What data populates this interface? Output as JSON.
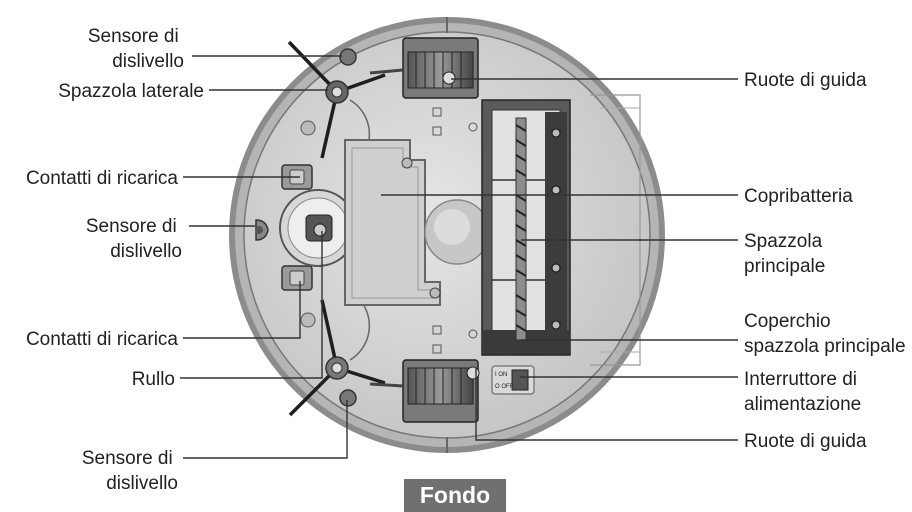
{
  "caption": "Fondo",
  "labels": {
    "cliff_sensor_top": [
      "Sensore di",
      "dislivello"
    ],
    "side_brush": "Spazzola laterale",
    "charging_contacts_top": "Contatti di ricarica",
    "cliff_sensor_mid": [
      "Sensore di",
      "dislivello"
    ],
    "charging_contacts_bottom": "Contatti di ricarica",
    "roller": "Rullo",
    "cliff_sensor_bottom": [
      "Sensore di",
      "dislivello"
    ],
    "drive_wheels_top": "Ruote di guida",
    "battery_cover": "Copribatteria",
    "main_brush": [
      "Spazzola",
      "principale"
    ],
    "main_brush_cover": [
      "Coperchio",
      "spazzola principale"
    ],
    "power_switch": [
      "Interruttore di",
      "alimentazione"
    ],
    "drive_wheels_bottom": "Ruote di guida"
  },
  "switch_marks": [
    "I ON",
    "O OFF"
  ]
}
